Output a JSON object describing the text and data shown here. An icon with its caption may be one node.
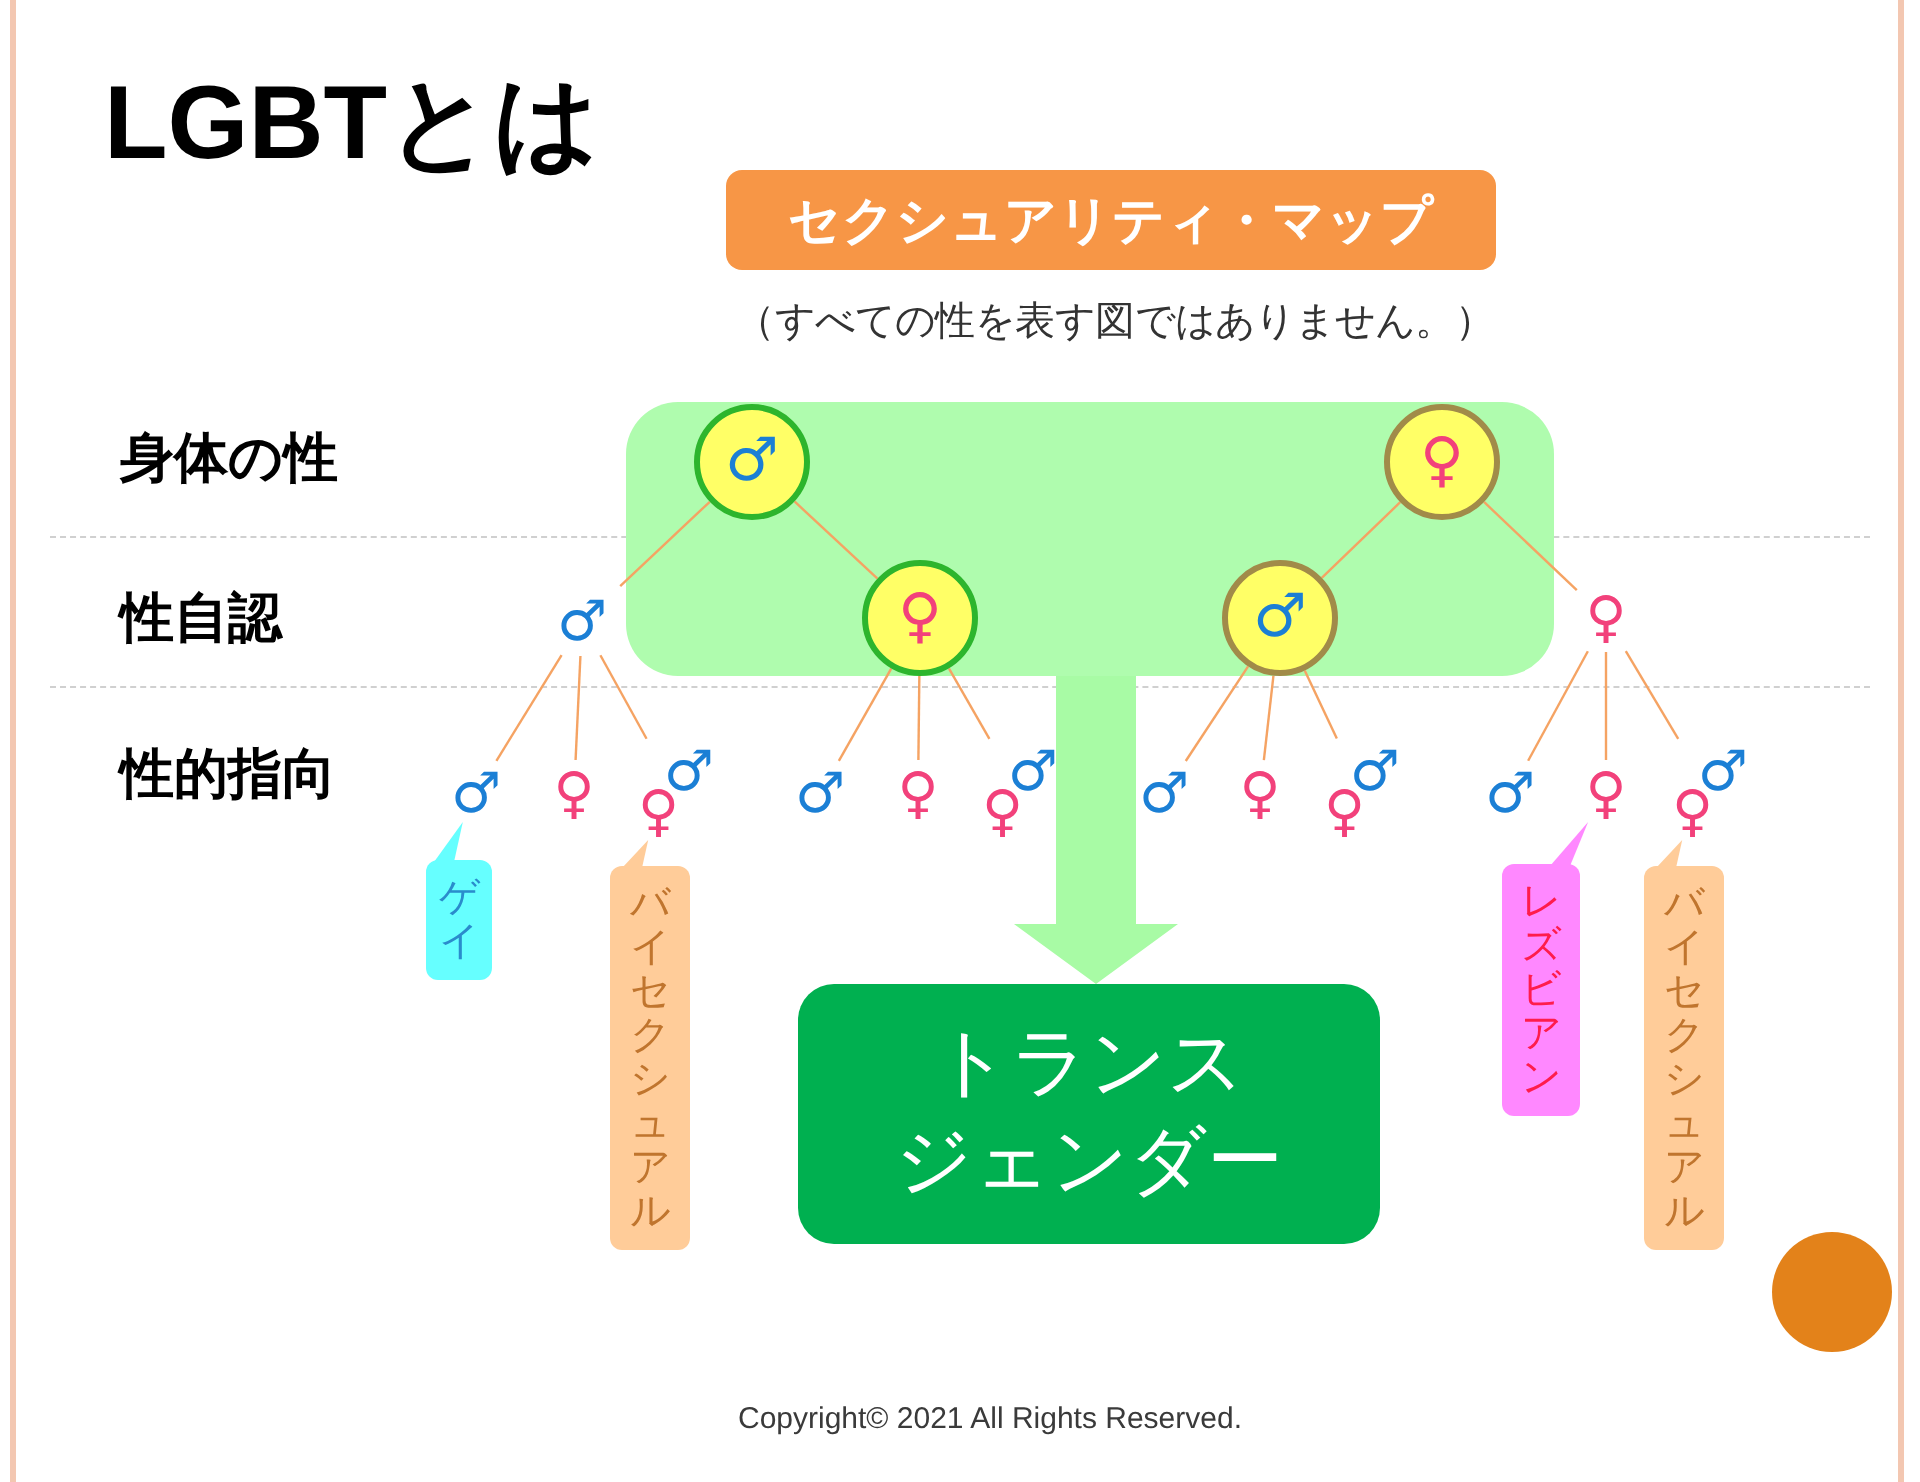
{
  "diagram": {
    "title": "LGBTとは",
    "nodes": [
      {
        "text": [
          "セクシュアリティ・マップ"
        ]
      },
      {
        "text": [],
        "shape": "box"
      },
      {
        "text": [
          "♂"
        ],
        "in": 1
      },
      {
        "text": [
          "♀"
        ],
        "in": 1
      },
      {
        "text": [
          "♂"
        ]
      },
      {
        "text": [
          "♀"
        ],
        "in": 1
      },
      {
        "text": [
          "♂"
        ],
        "in": 1
      },
      {
        "text": [
          "♀"
        ]
      },
      {
        "text": [
          "♂"
        ]
      },
      {
        "text": [
          "♀"
        ]
      },
      {
        "text": [
          "♀",
          "♂"
        ]
      },
      {
        "text": [
          "♂"
        ]
      },
      {
        "text": [
          "♀"
        ]
      },
      {
        "text": [
          "♀",
          "♂"
        ]
      },
      {
        "text": [
          "♂"
        ]
      },
      {
        "text": [
          "♀"
        ]
      },
      {
        "text": [
          "♀",
          "♂"
        ]
      },
      {
        "text": [
          "♂"
        ]
      },
      {
        "text": [
          "♀"
        ]
      },
      {
        "text": [
          "♀",
          "♂"
        ]
      },
      {
        "text": [
          "ゲイ"
        ]
      },
      {
        "text": [
          "バイセクシュアル"
        ]
      },
      {
        "text": [
          "レズビアン"
        ]
      },
      {
        "text": [
          "バイセクシュアル"
        ]
      },
      {
        "text": [
          "トランスジェンダー"
        ]
      }
    ],
    "edges": [
      {
        "from": 2,
        "to": 4,
        "arrow": "none"
      },
      {
        "from": 2,
        "to": 5,
        "arrow": "none"
      },
      {
        "from": 3,
        "to": 6,
        "arrow": "none"
      },
      {
        "from": 3,
        "to": 7,
        "arrow": "none"
      },
      {
        "from": 4,
        "to": 8,
        "arrow": "none"
      },
      {
        "from": 4,
        "to": 9,
        "arrow": "none"
      },
      {
        "from": 4,
        "to": 10,
        "arrow": "none"
      },
      {
        "from": 5,
        "to": 11,
        "arrow": "none"
      },
      {
        "from": 5,
        "to": 12,
        "arrow": "none"
      },
      {
        "from": 5,
        "to": 13,
        "arrow": "none"
      },
      {
        "from": 6,
        "to": 14,
        "arrow": "none"
      },
      {
        "from": 6,
        "to": 15,
        "arrow": "none"
      },
      {
        "from": 6,
        "to": 16,
        "arrow": "none"
      },
      {
        "from": 7,
        "to": 17,
        "arrow": "none"
      },
      {
        "from": 7,
        "to": 18,
        "arrow": "none"
      },
      {
        "from": 7,
        "to": 19,
        "arrow": "none"
      },
      {
        "from": 1,
        "to": 24,
        "arrow": "to",
        "style": "thick",
        "color": "#a8fba5"
      },
      {
        "from": 20,
        "to": 8,
        "arrow": "to",
        "color": "#66ffff"
      },
      {
        "from": 21,
        "to": 10,
        "arrow": "to",
        "color": "#ffcc99"
      },
      {
        "from": 22,
        "to": 18,
        "arrow": "to",
        "color": "#ff88ff"
      },
      {
        "from": 23,
        "to": 19,
        "arrow": "to",
        "color": "#ffcc99"
      }
    ],
    "labels": [
      "（すべての性を表す図ではありません。）",
      "身体の性",
      "性自認",
      "性的指向",
      "Copyright© 2021 All Rights Reserved."
    ]
  }
}
